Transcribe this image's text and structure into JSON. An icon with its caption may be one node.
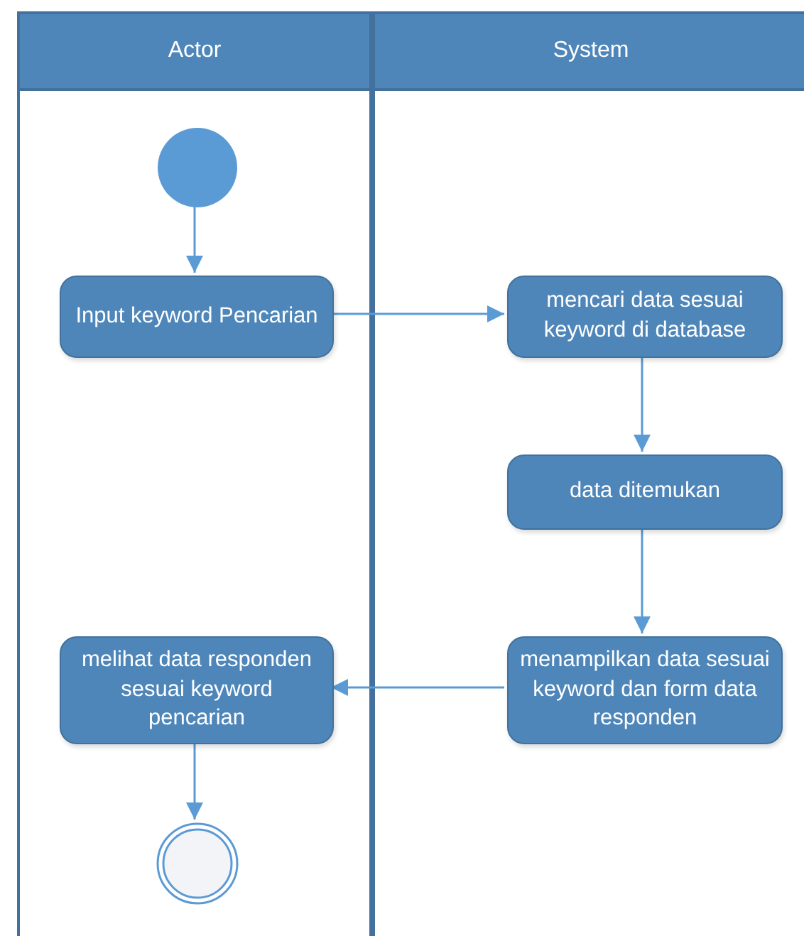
{
  "diagram": {
    "nodes": [
      {
        "text": [
          "Actor"
        ]
      },
      {
        "text": [
          "System"
        ]
      },
      {
        "text": [],
        "shape": "circle",
        "in": 0
      },
      {
        "text": [
          "Input keyword Pencarian"
        ],
        "in": 0
      },
      {
        "text": [
          "mencari data sesuai keyword di database"
        ],
        "in": 1
      },
      {
        "text": [
          "data ditemukan"
        ],
        "in": 1
      },
      {
        "text": [
          "menampilkan data sesuai keyword dan form data responden"
        ],
        "in": 1
      },
      {
        "text": [
          "melihat data responden sesuai keyword pencarian"
        ],
        "in": 0
      },
      {
        "text": [],
        "shape": "final",
        "in": 0
      }
    ],
    "edges": [
      {
        "from": 2,
        "to": 3,
        "arrow": "to"
      },
      {
        "from": 3,
        "to": 4,
        "arrow": "to"
      },
      {
        "from": 4,
        "to": 5,
        "arrow": "to"
      },
      {
        "from": 5,
        "to": 6,
        "arrow": "to"
      },
      {
        "from": 6,
        "to": 7,
        "arrow": "to"
      },
      {
        "from": 7,
        "to": 8,
        "arrow": "to"
      }
    ]
  }
}
